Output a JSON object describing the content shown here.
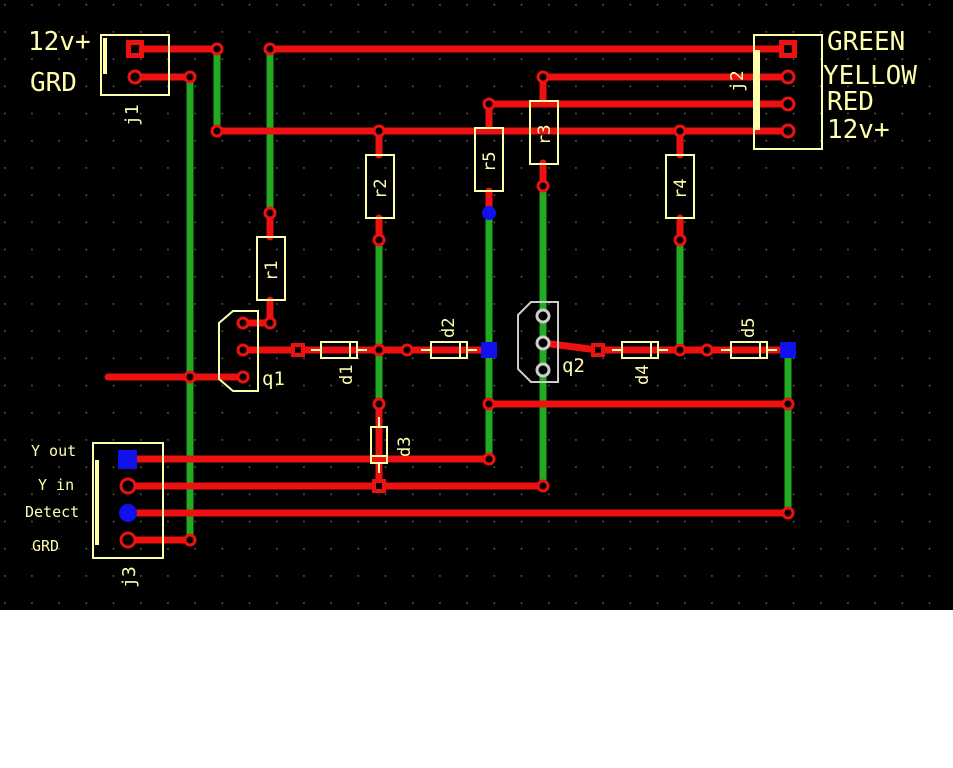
{
  "connectors": {
    "j1": {
      "name": "j1",
      "pins": [
        "12v+",
        "GRD"
      ]
    },
    "j2": {
      "name": "j2",
      "pins": [
        "GREEN",
        "YELLOW",
        "RED",
        "12v+"
      ]
    },
    "j3": {
      "name": "j3",
      "pins": [
        "Y out",
        "Y in",
        "Detect",
        "GRD"
      ]
    }
  },
  "components": {
    "r1": "r1",
    "r2": "r2",
    "r3": "r3",
    "r4": "r4",
    "r5": "r5",
    "d1": "d1",
    "d2": "d2",
    "d3": "d3",
    "d4": "d4",
    "d5": "d5",
    "q1": "q1",
    "q2": "q2"
  },
  "colors": {
    "background": "#000000",
    "top_trace": "#ee1111",
    "bottom_trace": "#22aa22",
    "silkscreen": "#ffffaa",
    "via_square": "#1111ee",
    "grid_dot": "#666666"
  }
}
